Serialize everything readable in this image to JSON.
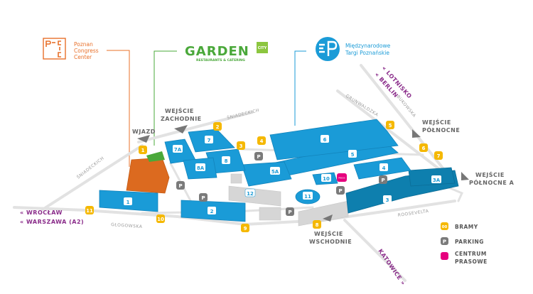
{
  "logos": {
    "pcc": {
      "mark": "P—C I C",
      "line1": "Poznan",
      "line2": "Congress",
      "line3": "Center",
      "color": "#e8702a"
    },
    "garden": {
      "name": "GARDEN",
      "badge": "CITY",
      "tagline": "RESTAURANTS & CATERING",
      "color": "#4aa83a"
    },
    "mtp": {
      "line1": "Międzynarodowe",
      "line2": "Targi Poznańskie",
      "color": "#1a9bd7"
    }
  },
  "entrances": {
    "wjazd": "WJAZD",
    "west": [
      "WEJŚCIE",
      "ZACHODNIE"
    ],
    "north": [
      "WEJŚCIE",
      "PÓŁNOCNE"
    ],
    "north_a": [
      "WEJŚCIE",
      "PÓŁNOCNE A"
    ],
    "east": [
      "WEJŚCIE",
      "WSCHODNIE"
    ]
  },
  "streets": {
    "sniadeckich_top": "ŚNIADECKICH",
    "sniadeckich_left": "ŚNIADECKICH",
    "grunwaldzka": "GRUNWALDZKA",
    "bukowska": "BUKOWSKA",
    "glogowska": "GŁOGOWSKA",
    "roosevelta": "ROOSEVELTA"
  },
  "directions": {
    "lotnisko": "« LOTNISKO",
    "berlin": "« BERLIN",
    "wroclaw": "« WROCŁAW",
    "warszawa": "« WARSZAWA (A2)",
    "katowice": "KATOWICE »"
  },
  "halls": [
    "1",
    "2",
    "3",
    "3A",
    "4",
    "5",
    "5A",
    "6",
    "7",
    "7A",
    "8",
    "8A",
    "10",
    "11",
    "12"
  ],
  "gates": [
    "1",
    "2",
    "3",
    "4",
    "5",
    "6",
    "7",
    "8",
    "9",
    "10",
    "11"
  ],
  "parking_label": "P",
  "press_label": "PRESS",
  "legend": {
    "gates_icon": "00",
    "gates": "BRAMY",
    "parking": "PARKING",
    "press1": "CENTRUM",
    "press2": "PRASOWE"
  },
  "colors": {
    "hall": "#1a9bd7",
    "gate": "#f5b800",
    "parking": "#7a7a7a",
    "press": "#e6007e",
    "route": "#8a2c8a"
  }
}
